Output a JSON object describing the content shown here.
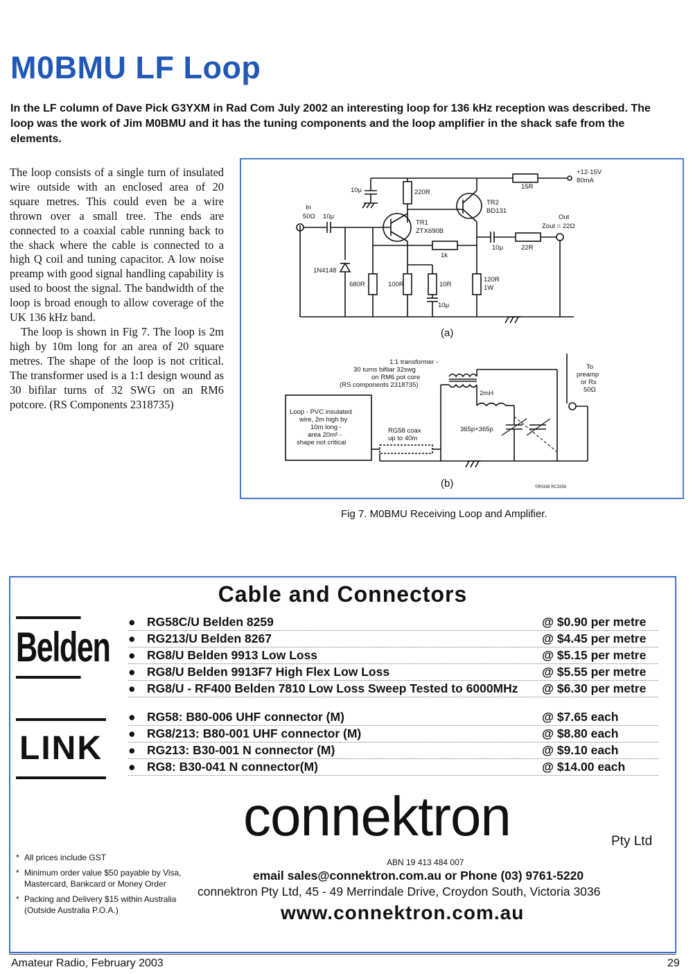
{
  "article": {
    "title": "M0BMU LF Loop",
    "intro": "In the LF column of Dave Pick G3YXM in Rad Com July 2002 an interesting loop for 136 kHz reception was described. The loop was the work of Jim M0BMU and it has the tuning components and the loop amplifier in the shack safe from the elements.",
    "paragraphs": [
      "The loop consists of a single turn of insulated wire outside with an enclosed area of 20 square metres. This could even be a wire thrown over a small tree. The ends are connected to a coaxial cable running back to the shack where the cable is connected to a high Q coil and tuning capacitor. A low noise preamp with good signal handling capability is used to boost the signal. The bandwidth of the loop is broad enough to allow coverage of the UK 136 kHz band.",
      "The loop is shown in Fig 7. The loop is 2m high by 10m long for an area of 20 square metres. The shape of the loop is not critical. The transformer used is a 1:1 design wound as 30 bifilar turns of 32 SWG on an RM6 potcore. (RS Components 2318735)"
    ]
  },
  "figure": {
    "caption": "Fig 7. M0BMU Receiving Loop and Amplifier.",
    "a": {
      "label": "(a)",
      "supply": "+12-15V",
      "supply_current": "80mA",
      "r_15": "15R",
      "r_220": "220R",
      "c_10_top": "10μ",
      "tr2": "TR2",
      "tr2_type": "BD131",
      "in_label": "In",
      "in_imp": "50Ω",
      "c_10_in": "10μ",
      "tr1": "TR1",
      "tr1_type": "ZTX690B",
      "out_label": "Out",
      "zout": "Zout = 22Ω",
      "c_10_out": "10μ",
      "r_22": "22R",
      "r_1k": "1k",
      "diode": "1N4148",
      "r_680": "680R",
      "r_100": "100R",
      "r_10": "10R",
      "c_10_em": "10μ",
      "r_120": "120R",
      "r_120_w": "1W"
    },
    "b": {
      "label": "(b)",
      "transformer": [
        "1:1 transformer -",
        "30 turns bifilar 32swg",
        "on RM6 pot core",
        "(RS components 2318735)"
      ],
      "to": [
        "To",
        "preamp",
        "or Rx",
        "50Ω"
      ],
      "inductor": "2mH",
      "loop": [
        "Loop - PVC insulated",
        "wire, 2m high by",
        "10m long -",
        "area 20m² -",
        "shape not critical"
      ],
      "coax": [
        "RG58 coax",
        "up to 40m"
      ],
      "caps": "365p+365p",
      "credit": "©RSGB RC3256"
    }
  },
  "ad": {
    "title": "Cable and Connectors",
    "belden_logo": "Belden",
    "link_logo": "LINK",
    "cables": [
      {
        "name": "RG58C/U Belden 8259",
        "price": "@ $0.90 per metre"
      },
      {
        "name": "RG213/U Belden 8267",
        "price": "@ $4.45 per metre"
      },
      {
        "name": "RG8/U Belden 9913 Low Loss",
        "price": "@ $5.15 per metre"
      },
      {
        "name": "RG8/U Belden 9913F7 High Flex Low Loss",
        "price": "@ $5.55 per metre"
      },
      {
        "name": "RG8/U - RF400 Belden 7810 Low Loss Sweep Tested to 6000MHz",
        "price": "@ $6.30 per metre"
      }
    ],
    "connectors": [
      {
        "name": "RG58: B80-006 UHF connector (M)",
        "price": "@ $7.65 each"
      },
      {
        "name": "RG8/213: B80-001 UHF connector (M)",
        "price": "@ $8.80 each"
      },
      {
        "name": "RG213: B30-001 N connector (M)",
        "price": "@ $9.10 each"
      },
      {
        "name": "RG8: B30-041 N connector(M)",
        "price": "@ $14.00 each"
      }
    ],
    "bullet": "●",
    "brand": "connektron",
    "pty": "Pty Ltd",
    "abn": "ABN 19 413 484 007",
    "email_line": "email sales@connektron.com.au or Phone (03) 9761-5220",
    "address": "connektron Pty Ltd, 45 - 49 Merrindale Drive,  Croydon South, Victoria 3036",
    "website": "www.connektron.com.au",
    "notes": [
      "All prices include GST",
      "Minimum order value $50 payable by Visa, Mastercard, Bankcard or Money Order",
      "Packing and Delivery $15 within Australia (Outside Australia P.O.A.)"
    ],
    "note_marker": "*"
  },
  "footer": {
    "publication": "Amateur Radio, February 2003",
    "page": "29"
  }
}
